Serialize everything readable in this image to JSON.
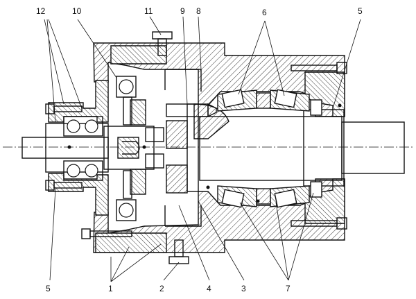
{
  "figure": {
    "callouts": [
      "1",
      "2",
      "3",
      "4",
      "5",
      "6",
      "7",
      "8",
      "9",
      "10",
      "11",
      "12"
    ]
  }
}
